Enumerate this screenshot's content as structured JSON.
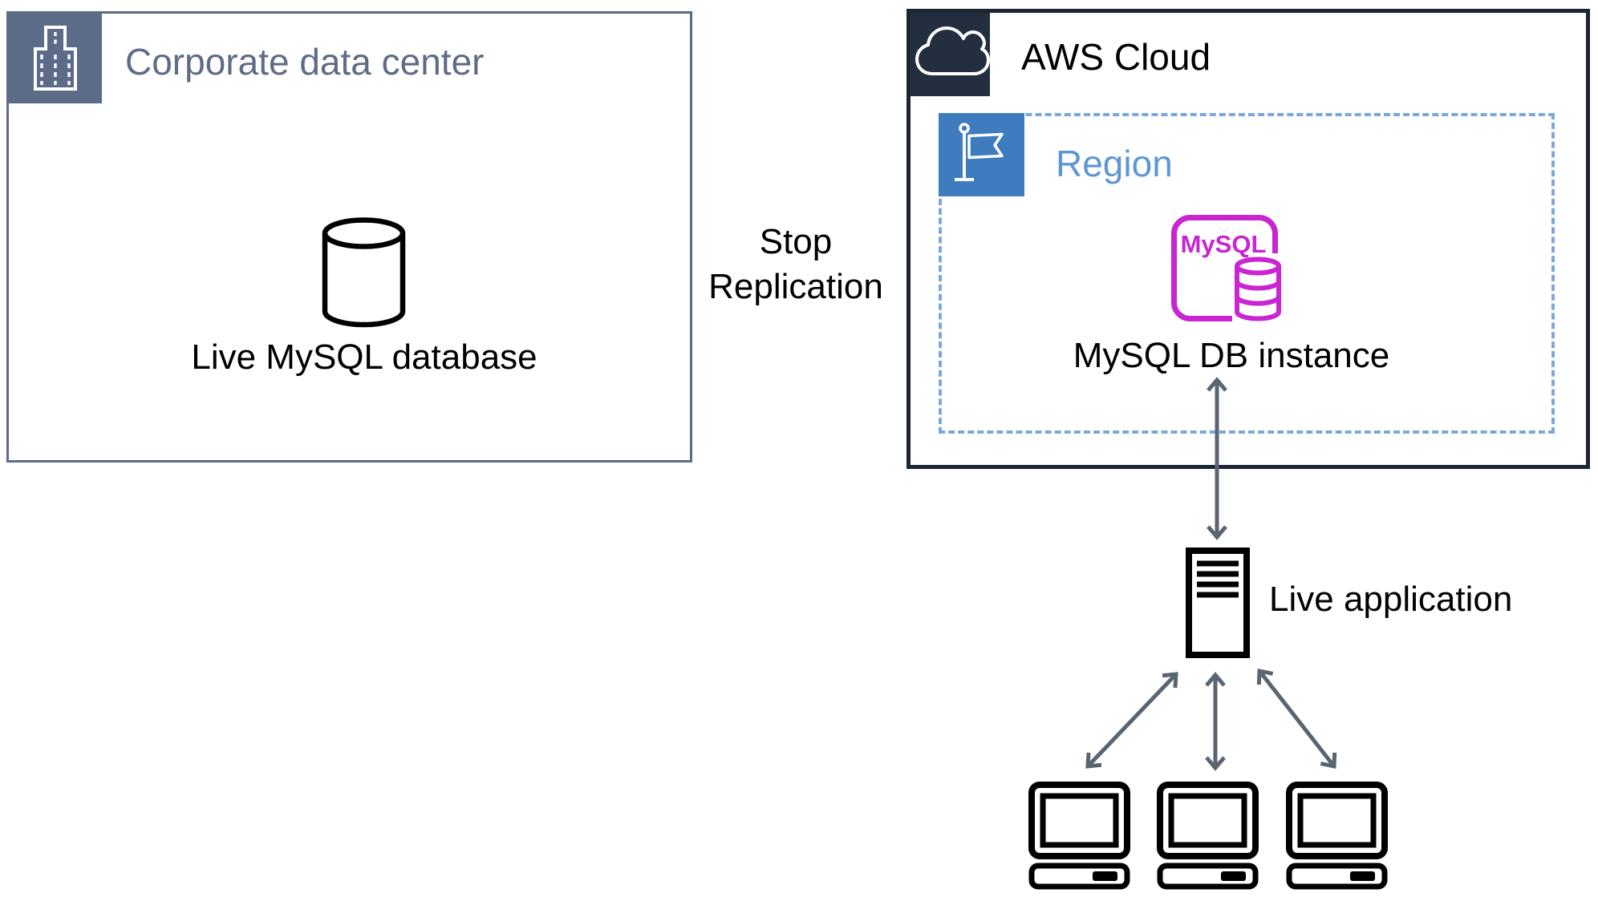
{
  "colors": {
    "background": "#FFFFFF",
    "corporate_slate": "#5C6B87",
    "aws_dark_navy": "#232F3E",
    "aws_border": "#1B2533",
    "region_blue": "#3E7CBF",
    "region_dashed_border": "#7BA7DC",
    "region_text": "#5E96D4",
    "mysql_purple": "#C925D1",
    "arrow_gray": "#5A6572",
    "icon_black": "#000000"
  },
  "icons": {
    "corporate": "building-icon",
    "aws": "cloud-icon",
    "region": "flag-icon",
    "database": "database-cylinder-icon",
    "mysql_instance": "mysql-db-instance-icon",
    "application": "server-icon",
    "client": "computer-icon"
  },
  "corporate_box": {
    "title": "Corporate data center",
    "database_label": "Live MySQL database"
  },
  "connection": {
    "label": "Stop Replication"
  },
  "aws_box": {
    "title": "AWS Cloud"
  },
  "region_box": {
    "title": "Region"
  },
  "mysql_instance": {
    "logo_text": "MySQL",
    "label": "MySQL DB instance"
  },
  "application": {
    "label": "Live application"
  },
  "clients": {
    "count": 3
  },
  "connections": [
    {
      "from": "Live MySQL database",
      "to": "MySQL DB instance",
      "label": "Stop Replication",
      "style": "label-only"
    },
    {
      "from": "MySQL DB instance",
      "to": "Live application",
      "style": "bidirectional-arrow"
    },
    {
      "from": "Live application",
      "to": "client-1",
      "style": "bidirectional-arrow"
    },
    {
      "from": "Live application",
      "to": "client-2",
      "style": "bidirectional-arrow"
    },
    {
      "from": "Live application",
      "to": "client-3",
      "style": "bidirectional-arrow"
    }
  ]
}
